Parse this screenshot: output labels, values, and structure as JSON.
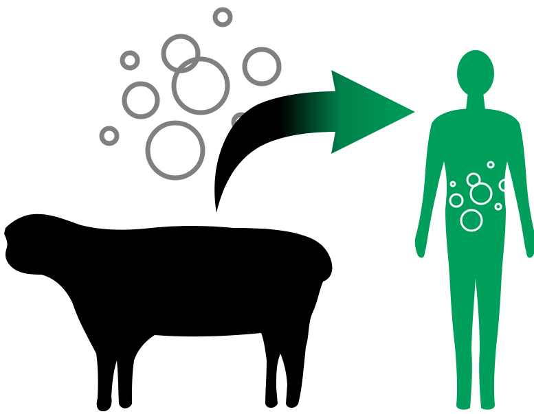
{
  "colors": {
    "background": "#ffffff",
    "bubble": "#808083",
    "sheep": "#000000",
    "human": "#009e5b",
    "inner_bubble": "#ffffff"
  },
  "icons": [
    "bubbles",
    "sheep-silhouette",
    "transfer-arrow",
    "human-silhouette"
  ]
}
